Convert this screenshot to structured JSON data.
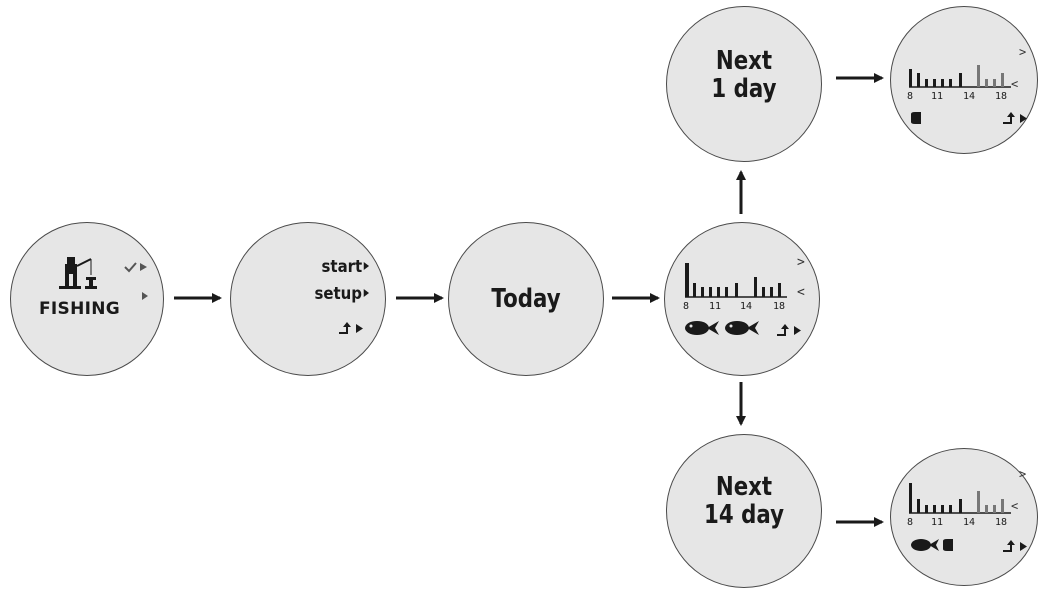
{
  "screens": {
    "fishing": {
      "label": "FISHING"
    },
    "menu": {
      "items": [
        "start",
        "setup"
      ]
    },
    "today": {
      "label": "Today"
    },
    "next1": {
      "line1": "Next",
      "line2": "1 day"
    },
    "next14": {
      "line1": "Next",
      "line2": "14 day"
    }
  },
  "graph": {
    "ticks": [
      "8",
      "11",
      "14",
      "18"
    ],
    "nav_up": ">",
    "nav_down": "<"
  },
  "icons": {
    "fisherman": "fisherman-icon",
    "check": "checkmark-icon",
    "fish": "fish-icon",
    "back": "back-arrow-icon"
  }
}
